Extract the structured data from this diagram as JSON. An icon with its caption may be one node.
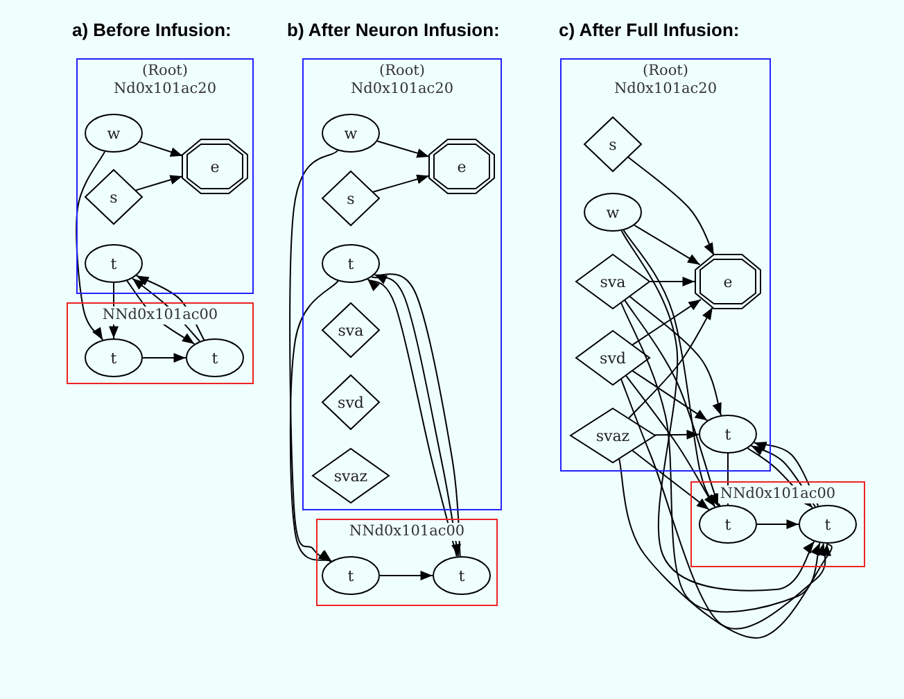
{
  "diagram": {
    "nodes": [
      {
        "text": [
          "(Root) Nd0x101ac20"
        ]
      },
      {
        "text": [
          "w"
        ],
        "in": 0
      },
      {
        "text": [
          "e"
        ],
        "in": 0
      },
      {
        "text": [
          "s"
        ],
        "in": 0
      },
      {
        "text": [
          "t"
        ],
        "in": 0
      },
      {
        "text": [
          "NNd0x101ac00"
        ]
      },
      {
        "text": [
          "t"
        ],
        "in": 5
      },
      {
        "text": [
          "t"
        ],
        "in": 5
      },
      {
        "text": [
          "(Root) Nd0x101ac20"
        ]
      },
      {
        "text": [
          "w"
        ],
        "in": 8
      },
      {
        "text": [
          "e"
        ],
        "in": 8
      },
      {
        "text": [
          "s"
        ],
        "in": 8
      },
      {
        "text": [
          "t"
        ],
        "in": 8
      },
      {
        "text": [
          "sva"
        ],
        "in": 8
      },
      {
        "text": [
          "svd"
        ],
        "in": 8
      },
      {
        "text": [
          "svaz"
        ],
        "in": 8
      },
      {
        "text": [
          "NNd0x101ac00"
        ]
      },
      {
        "text": [
          "t"
        ],
        "in": 16
      },
      {
        "text": [
          "t"
        ],
        "in": 16
      },
      {
        "text": [
          "(Root) Nd0x101ac20"
        ]
      },
      {
        "text": [
          "s"
        ],
        "in": 19
      },
      {
        "text": [
          "w"
        ],
        "in": 19
      },
      {
        "text": [
          "sva"
        ],
        "in": 19
      },
      {
        "text": [
          "e"
        ],
        "in": 19
      },
      {
        "text": [
          "svd"
        ],
        "in": 19
      },
      {
        "text": [
          "svaz"
        ],
        "in": 19
      },
      {
        "text": [
          "t"
        ],
        "in": 19
      },
      {
        "text": [
          "NNd0x101ac00"
        ]
      },
      {
        "text": [
          "t"
        ],
        "in": 27
      },
      {
        "text": [
          "t"
        ],
        "in": 27
      }
    ],
    "edges": [
      {
        "from": 1,
        "to": 2,
        "arrow": "to"
      },
      {
        "from": 3,
        "to": 2,
        "arrow": "to"
      },
      {
        "from": 1,
        "to": 6,
        "arrow": "to"
      },
      {
        "from": 4,
        "to": 6,
        "arrow": "to"
      },
      {
        "from": 6,
        "to": 7,
        "arrow": "to"
      },
      {
        "from": 4,
        "to": 7,
        "arrow": "to"
      },
      {
        "from": 7,
        "to": 4,
        "arrow": "to"
      },
      {
        "from": 7,
        "to": 4,
        "arrow": "to"
      },
      {
        "from": 9,
        "to": 10,
        "arrow": "to"
      },
      {
        "from": 11,
        "to": 10,
        "arrow": "to"
      },
      {
        "from": 9,
        "to": 17,
        "arrow": "to"
      },
      {
        "from": 12,
        "to": 17,
        "arrow": "to"
      },
      {
        "from": 17,
        "to": 18,
        "arrow": "to"
      },
      {
        "from": 12,
        "to": 18,
        "arrow": "to"
      },
      {
        "from": 18,
        "to": 12,
        "arrow": "to"
      },
      {
        "from": 18,
        "to": 12,
        "arrow": "to"
      },
      {
        "from": 20,
        "to": 23,
        "arrow": "to"
      },
      {
        "from": 21,
        "to": 23,
        "arrow": "to"
      },
      {
        "from": 22,
        "to": 23,
        "arrow": "to"
      },
      {
        "from": 24,
        "to": 23,
        "arrow": "to"
      },
      {
        "from": 25,
        "to": 23,
        "arrow": "to"
      },
      {
        "from": 22,
        "to": 26,
        "arrow": "to"
      },
      {
        "from": 24,
        "to": 26,
        "arrow": "to"
      },
      {
        "from": 25,
        "to": 26,
        "arrow": "to"
      },
      {
        "from": 21,
        "to": 28,
        "arrow": "to"
      },
      {
        "from": 22,
        "to": 28,
        "arrow": "to"
      },
      {
        "from": 24,
        "to": 28,
        "arrow": "to"
      },
      {
        "from": 25,
        "to": 28,
        "arrow": "to"
      },
      {
        "from": 21,
        "to": 29,
        "arrow": "to"
      },
      {
        "from": 22,
        "to": 29,
        "arrow": "to"
      },
      {
        "from": 24,
        "to": 29,
        "arrow": "to"
      },
      {
        "from": 25,
        "to": 29,
        "arrow": "to"
      },
      {
        "from": 26,
        "to": 28,
        "arrow": "to"
      },
      {
        "from": 28,
        "to": 29,
        "arrow": "to"
      },
      {
        "from": 26,
        "to": 29,
        "arrow": "to"
      },
      {
        "from": 29,
        "to": 26,
        "arrow": "to"
      },
      {
        "from": 29,
        "to": 26,
        "arrow": "to"
      }
    ],
    "labels": [
      "a) Before Infusion:",
      "b) After Neuron Infusion:",
      "c) After Full Infusion:"
    ]
  }
}
